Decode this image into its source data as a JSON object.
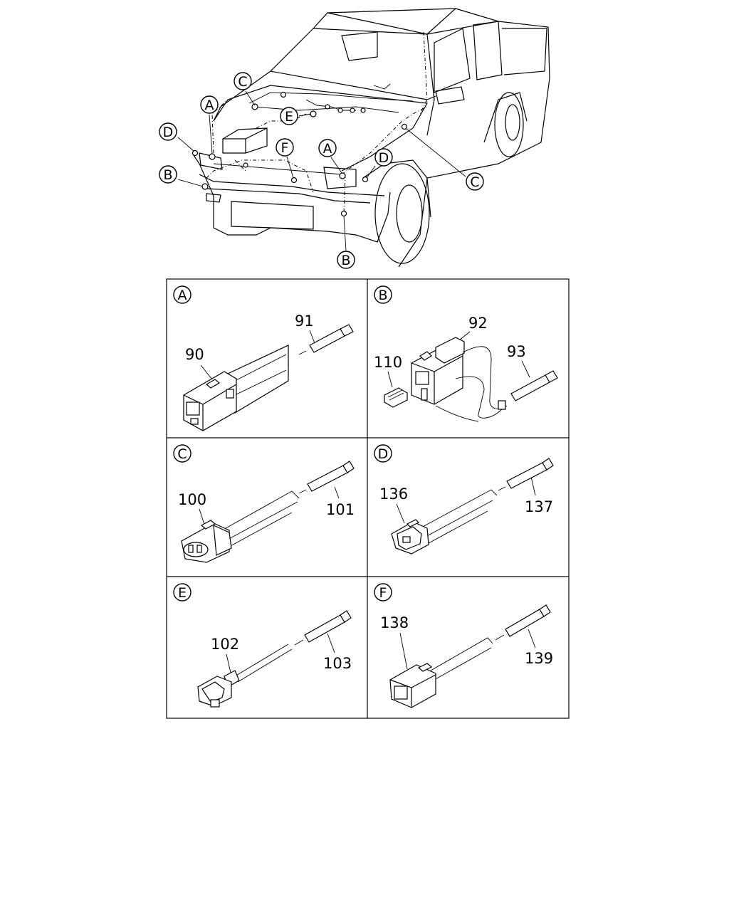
{
  "overview": {
    "callouts": [
      {
        "id": "C1",
        "letter": "C"
      },
      {
        "id": "A1",
        "letter": "A"
      },
      {
        "id": "D1",
        "letter": "D"
      },
      {
        "id": "B1",
        "letter": "B"
      },
      {
        "id": "E1",
        "letter": "E"
      },
      {
        "id": "F1",
        "letter": "F"
      },
      {
        "id": "A2",
        "letter": "A"
      },
      {
        "id": "D2",
        "letter": "D"
      },
      {
        "id": "C2",
        "letter": "C"
      },
      {
        "id": "B2",
        "letter": "B"
      }
    ]
  },
  "panels": [
    {
      "letter": "A",
      "parts": [
        "91",
        "90"
      ]
    },
    {
      "letter": "B",
      "parts": [
        "92",
        "110",
        "93"
      ]
    },
    {
      "letter": "C",
      "parts": [
        "100",
        "101"
      ]
    },
    {
      "letter": "D",
      "parts": [
        "136",
        "137"
      ]
    },
    {
      "letter": "E",
      "parts": [
        "102",
        "103"
      ]
    },
    {
      "letter": "F",
      "parts": [
        "138",
        "139"
      ]
    }
  ]
}
